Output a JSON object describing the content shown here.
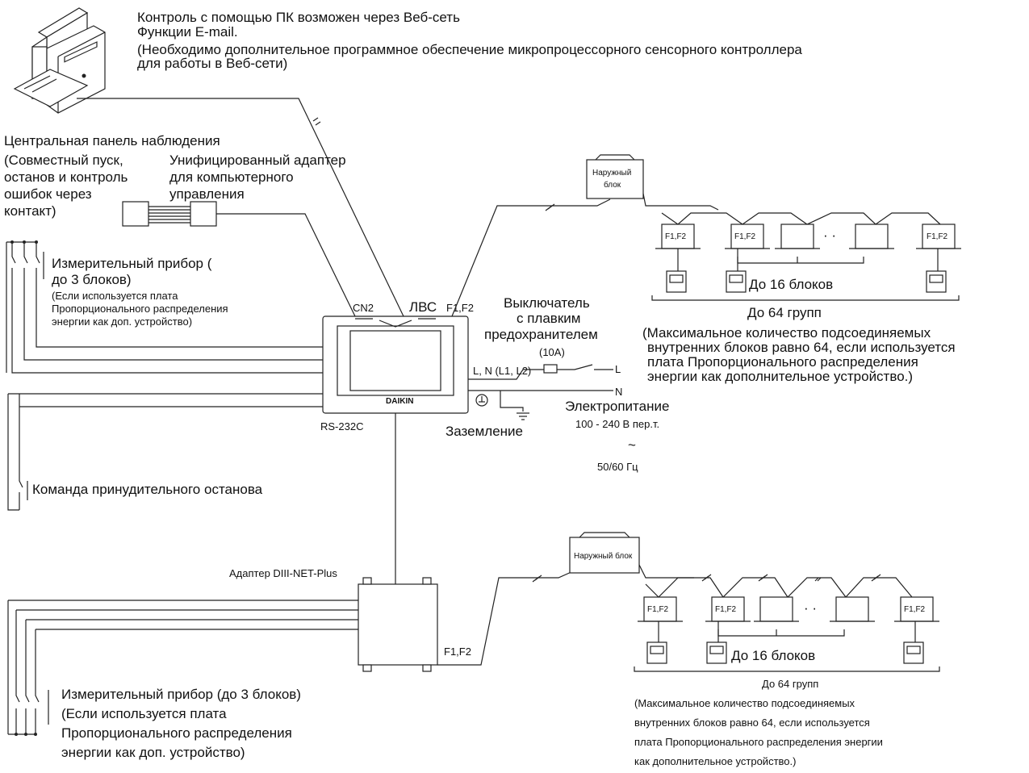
{
  "pc": {
    "line1": "Контроль с помощью ПК возможен через Веб-сеть",
    "line2": "Функции E-mail.",
    "line3": "(Необходимо дополнительное программное обеспечение микропроцессорного сенсорного контроллера",
    "line4": "для работы в Веб-сети)"
  },
  "central_panel": {
    "title": "Центральная панель наблюдения",
    "desc": [
      "(Совместный пуск,",
      "останов и контроль",
      "ошибок через",
      "контакт)"
    ]
  },
  "adapter": {
    "lines": [
      "Унифицированный адаптер",
      "для компьютерного",
      "управления"
    ]
  },
  "meter_top": {
    "line1": "Измерительный прибор (",
    "line2": "до 3 блоков)",
    "note": [
      "(Если используется плата",
      "Пропорционального распределения",
      "энергии как доп. устройство)"
    ]
  },
  "controller": {
    "cn2": "CN2",
    "lan": "ЛВС",
    "f1f2": "F1,F2",
    "rs232": "RS-232C",
    "brand": "DAIKIN",
    "lnl": "L, N (L1, L2)"
  },
  "breaker": {
    "lines": [
      "Выключатель",
      "с плавким",
      "предохранителем"
    ],
    "rating": "(10А)",
    "l": "L",
    "n": "N"
  },
  "power": {
    "title": "Электропитание",
    "voltage": "100 - 240 В пер.т.",
    "ac_symbol": "~",
    "freq": "50/60 Гц"
  },
  "ground": {
    "label": "Заземление"
  },
  "forced_stop": {
    "label": "Команда принудительного останова"
  },
  "system1": {
    "outdoor": [
      "Наружный",
      "блок"
    ],
    "indoor_labels": [
      "F1,F2",
      "F1,F2",
      "",
      "",
      "F1,F2"
    ],
    "dots": "· ·",
    "up_to_16": "До 16 блоков",
    "up_to_64": "До 64 групп",
    "note": [
      "(Максимальное количество подсоединяемых",
      "внутренних блоков равно 64, если используется",
      "плата Пропорционального распределения",
      "энергии как дополнительное устройство.)"
    ]
  },
  "diii": {
    "label": "Адаптер DIII-NET-Plus",
    "f1f2": "F1,F2"
  },
  "system2": {
    "outdoor": "Наружный блок",
    "indoor_labels": [
      "F1,F2",
      "F1,F2",
      "",
      "",
      "F1,F2"
    ],
    "dots": "· ·",
    "up_to_16": "До 16 блоков",
    "up_to_64": "До 64 групп",
    "note": [
      "(Максимальное количество подсоединяемых",
      "внутренних блоков равно 64, если используется",
      "плата Пропорционального распределения энергии",
      "как дополнительное устройство.)"
    ]
  },
  "meter_bottom": {
    "line1": "Измерительный прибор (до 3 блоков)",
    "note": [
      "(Если используется плата",
      "Пропорционального распределения",
      "энергии как доп. устройство)"
    ]
  }
}
